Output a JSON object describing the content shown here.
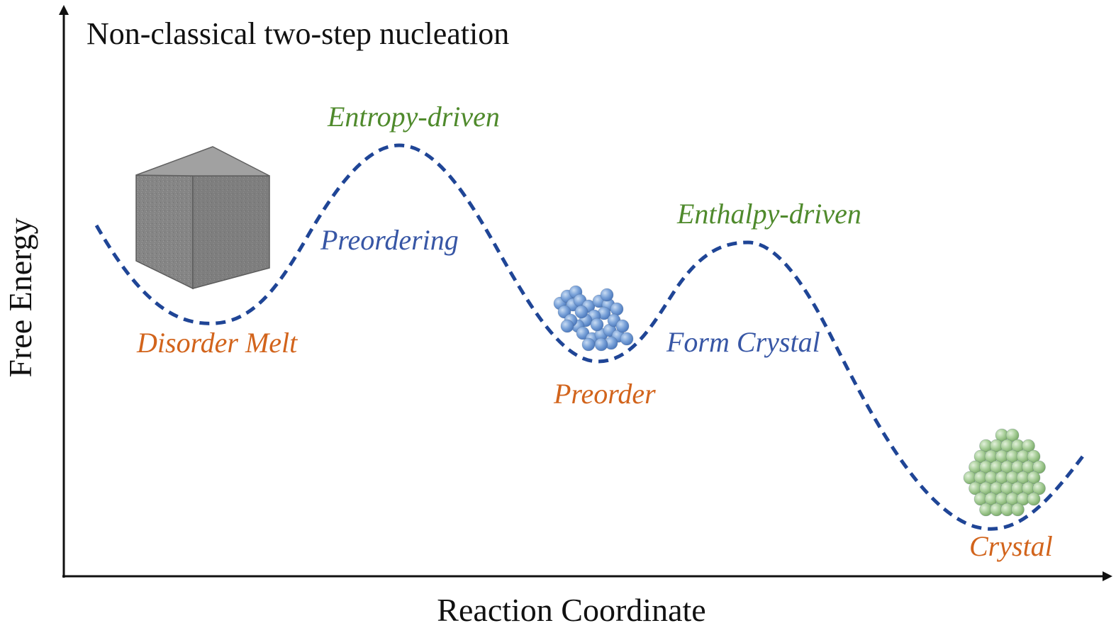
{
  "title": "Non-classical two-step nucleation",
  "axes": {
    "x_label": "Reaction Coordinate",
    "y_label": "Free Energy"
  },
  "states": [
    {
      "id": "disorder-melt",
      "label": "Disorder Melt",
      "illustration": "gray-cube"
    },
    {
      "id": "preorder",
      "label": "Preorder",
      "illustration": "blue-sphere-cluster"
    },
    {
      "id": "crystal",
      "label": "Crystal",
      "illustration": "green-sphere-cluster"
    }
  ],
  "processes": [
    {
      "id": "preordering",
      "label": "Preordering",
      "driver": "Entropy-driven"
    },
    {
      "id": "form-crystal",
      "label": "Form Crystal",
      "driver": "Enthalpy-driven"
    }
  ],
  "colors": {
    "curve": "#1f4596",
    "state_label": "#d2641c",
    "process_label": "#3756a5",
    "driver_label": "#4f8a2c",
    "axis": "#111111",
    "cube_fill": "#7e7e7e",
    "preorder_spheres": "#6f9ad3",
    "crystal_spheres": "#9cc68d"
  }
}
